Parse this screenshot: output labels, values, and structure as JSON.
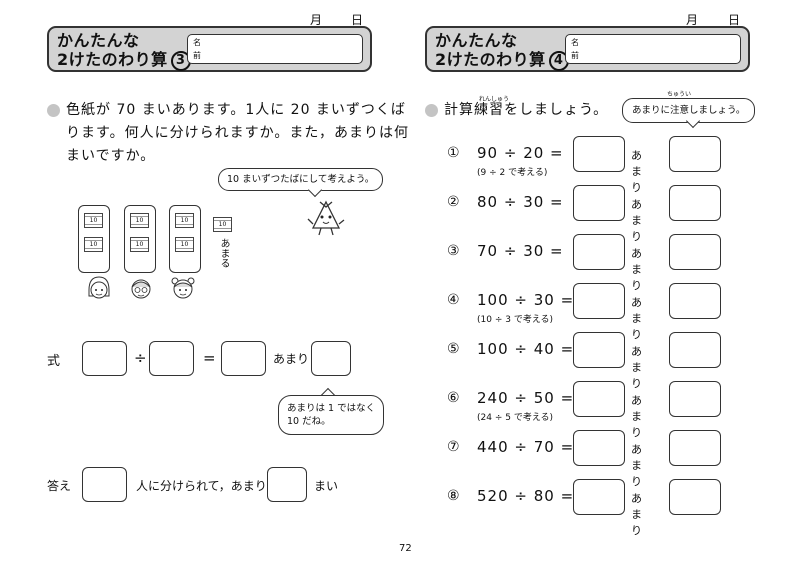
{
  "left": {
    "date": {
      "month": "月",
      "day": "日"
    },
    "header": {
      "line1": "かんたんな",
      "line2": "2けたのわり算",
      "num": "3"
    },
    "name_label": {
      "top": "名",
      "bottom": "前"
    },
    "question_lines": [
      "色紙が 70 まいあります。1人に 20 まいずつくば",
      "ります。何人に分けられますか。また，あまりは何",
      "まいですか。"
    ],
    "hint_bubble": "10 まいずつたばにして考えよう。",
    "card_label": "10",
    "amaru": "あまる",
    "shiki": "式",
    "div_op": "÷",
    "eq_op": "=",
    "amari": "あまり",
    "remainder_bubble": [
      "あまりは 1 ではなく",
      "10 だね。"
    ],
    "answer_label": "答え",
    "answer_mid": "人に分けられて，あまり",
    "answer_end": "まい"
  },
  "right": {
    "date": {
      "month": "月",
      "day": "日"
    },
    "header": {
      "line1": "かんたんな",
      "line2": "2けたのわり算",
      "num": "4"
    },
    "name_label": {
      "top": "名",
      "bottom": "前"
    },
    "instruction": "計算練習をしましょう。",
    "ruby": "れんしゅう",
    "bubble": "あまりに注意しましょう。",
    "bubble_ruby": "ちゅうい",
    "amari": "あまり",
    "problems": [
      {
        "num": "①",
        "expr": "90 ÷ 20 =",
        "hint": "(9 ÷ 2 で考える)"
      },
      {
        "num": "②",
        "expr": "80 ÷ 30 =",
        "hint": ""
      },
      {
        "num": "③",
        "expr": "70 ÷ 30 =",
        "hint": ""
      },
      {
        "num": "④",
        "expr": "100 ÷ 30 =",
        "hint": "(10 ÷ 3 で考える)"
      },
      {
        "num": "⑤",
        "expr": "100 ÷ 40 =",
        "hint": ""
      },
      {
        "num": "⑥",
        "expr": "240 ÷ 50 =",
        "hint": "(24 ÷ 5 で考える)"
      },
      {
        "num": "⑦",
        "expr": "440 ÷ 70 =",
        "hint": ""
      },
      {
        "num": "⑧",
        "expr": "520 ÷ 80 =",
        "hint": ""
      }
    ]
  },
  "page_number": "72"
}
